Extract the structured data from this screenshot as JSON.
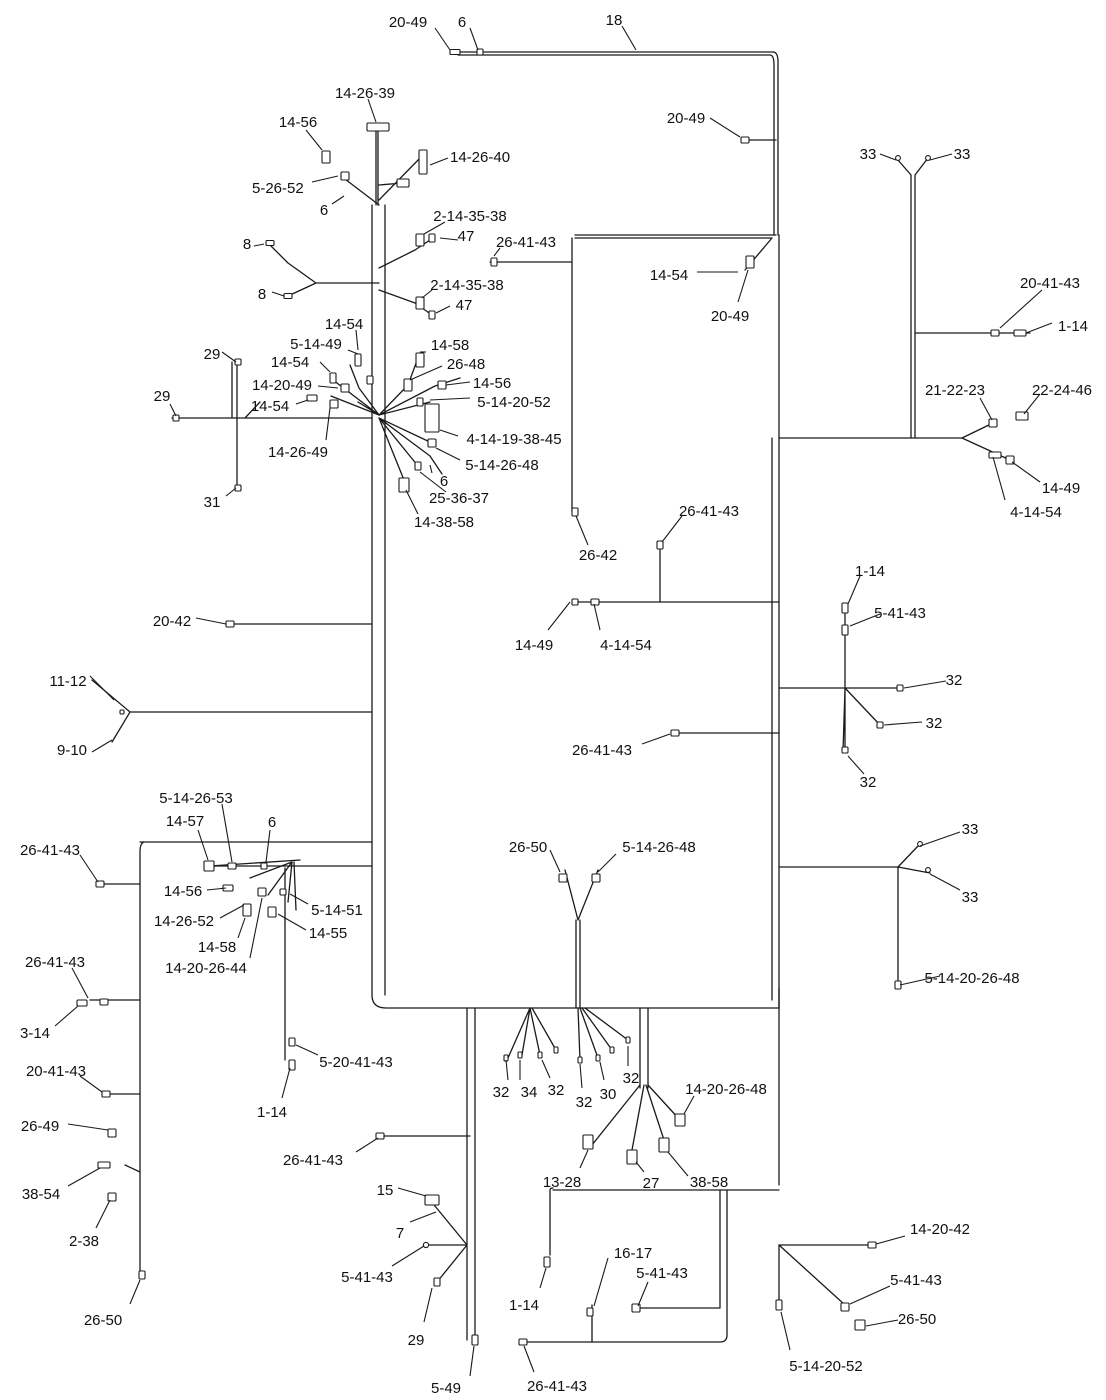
{
  "labels": [
    "20-49",
    "6",
    "18",
    "14-26-39",
    "14-56",
    "14-26-40",
    "5-26-52",
    "6",
    "20-49",
    "33",
    "33",
    "2-14-35-38",
    "47",
    "26-41-43",
    "8",
    "2-14-35-38",
    "8",
    "47",
    "14-54",
    "20-49",
    "20-41-43",
    "1-14",
    "14-54",
    "14-58",
    "5-14-49",
    "29",
    "26-48",
    "14-54",
    "14-56",
    "14-20-49",
    "5-14-20-52",
    "21-22-23",
    "22-24-46",
    "29",
    "14-54",
    "4-14-19-38-45",
    "14-26-49",
    "5-14-26-48",
    "14-49",
    "6",
    "31",
    "25-36-37",
    "4-14-54",
    "14-38-58",
    "26-41-43",
    "26-42",
    "1-14",
    "5-41-43",
    "20-42",
    "14-49",
    "4-14-54",
    "11-12",
    "32",
    "9-10",
    "32",
    "26-41-43",
    "32",
    "5-14-26-53",
    "14-57",
    "6",
    "33",
    "26-41-43",
    "26-50",
    "5-14-26-48",
    "14-56",
    "33",
    "5-14-51",
    "14-26-52",
    "14-55",
    "14-58",
    "5-14-20-26-48",
    "14-20-26-44",
    "26-41-43",
    "3-14",
    "5-20-41-43",
    "1-14",
    "20-41-43",
    "32",
    "34",
    "32",
    "32",
    "30",
    "32",
    "14-20-26-48",
    "26-49",
    "26-41-43",
    "38-54",
    "13-28",
    "27",
    "38-58",
    "2-38",
    "15",
    "7",
    "14-20-42",
    "5-41-43",
    "16-17",
    "5-41-43",
    "5-41-43",
    "26-50",
    "1-14",
    "26-50",
    "29",
    "5-14-20-52",
    "5-49",
    "26-41-43"
  ]
}
